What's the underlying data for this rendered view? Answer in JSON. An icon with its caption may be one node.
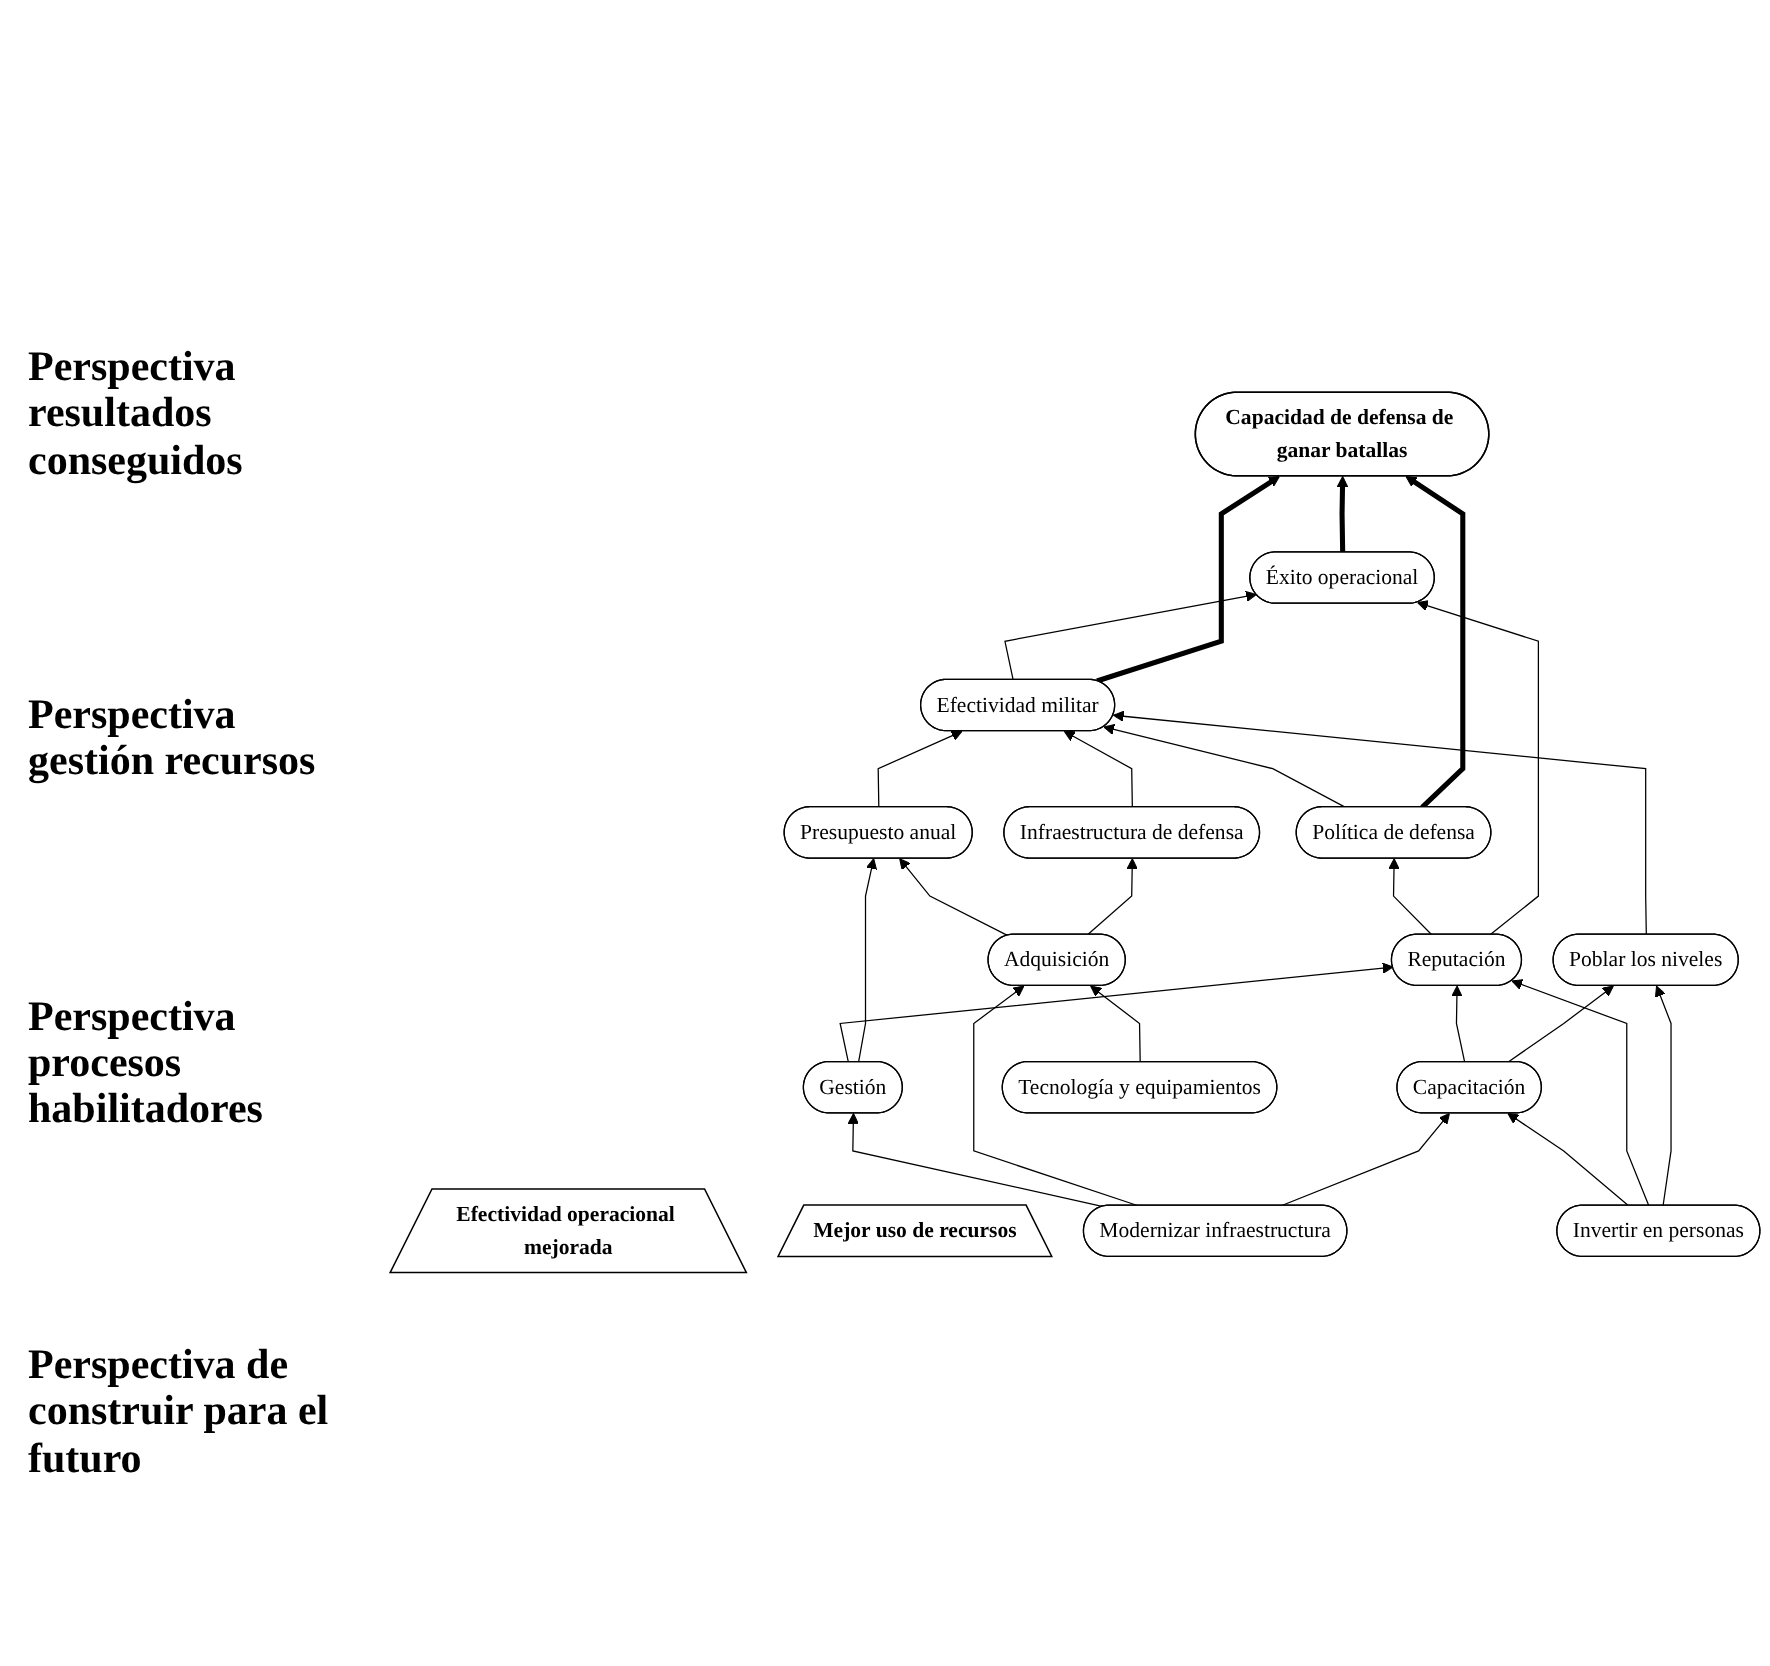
{
  "diagram": {
    "nodes": [
      {
        "text": [
          "Efectividad operacional mejorada"
        ]
      },
      {
        "text": [
          "Capacidad de defensa de ganar batallas"
        ]
      },
      {
        "text": [
          "Mejor uso de recursos"
        ]
      },
      {
        "text": [
          "Éxito operacional"
        ]
      },
      {
        "text": [
          "Efectividad militar"
        ]
      },
      {
        "text": [
          "Política de defensa"
        ]
      },
      {
        "text": [
          "Poblar los niveles"
        ]
      },
      {
        "text": [
          "Reputación"
        ]
      },
      {
        "text": [
          "Infraestructura de defensa"
        ]
      },
      {
        "text": [
          "Presupuesto anual"
        ]
      },
      {
        "text": [
          "Capacitación"
        ]
      },
      {
        "text": [
          "Adquisición"
        ]
      },
      {
        "text": [
          "Gestión"
        ]
      },
      {
        "text": [
          "Invertir en personas"
        ]
      },
      {
        "text": [
          "Tecnología y equipamientos"
        ]
      },
      {
        "text": [
          "Modernizar infraestructura"
        ]
      }
    ],
    "edges": [
      {
        "from": 3,
        "to": 1,
        "arrow": "to",
        "style": "thick"
      },
      {
        "from": 4,
        "to": 1,
        "arrow": "to",
        "style": "thick"
      },
      {
        "from": 5,
        "to": 1,
        "arrow": "to",
        "style": "thick"
      },
      {
        "from": 4,
        "to": 3,
        "arrow": "to"
      },
      {
        "from": 5,
        "to": 4,
        "arrow": "to"
      },
      {
        "from": 6,
        "to": 4,
        "arrow": "to"
      },
      {
        "from": 7,
        "to": 3,
        "arrow": "to"
      },
      {
        "from": 7,
        "to": 5,
        "arrow": "to"
      },
      {
        "from": 8,
        "to": 4,
        "arrow": "to"
      },
      {
        "from": 9,
        "to": 4,
        "arrow": "to"
      },
      {
        "from": 10,
        "to": 6,
        "arrow": "to"
      },
      {
        "from": 10,
        "to": 7,
        "arrow": "to"
      },
      {
        "from": 11,
        "to": 8,
        "arrow": "to"
      },
      {
        "from": 11,
        "to": 9,
        "arrow": "to"
      },
      {
        "from": 12,
        "to": 9,
        "arrow": "to"
      },
      {
        "from": 12,
        "to": 7,
        "arrow": "to"
      },
      {
        "from": 13,
        "to": 6,
        "arrow": "to"
      },
      {
        "from": 13,
        "to": 7,
        "arrow": "to"
      },
      {
        "from": 13,
        "to": 10,
        "arrow": "to"
      },
      {
        "from": 14,
        "to": 11,
        "arrow": "to"
      },
      {
        "from": 15,
        "to": 10,
        "arrow": "to"
      },
      {
        "from": 15,
        "to": 11,
        "arrow": "to"
      },
      {
        "from": 15,
        "to": 12,
        "arrow": "to"
      }
    ],
    "labels": [
      "Perspectiva resultados conseguidos",
      "Perspectiva gestión recursos",
      "Perspectiva procesos habilitadores",
      "Perspectiva de construir para el futuro"
    ]
  }
}
